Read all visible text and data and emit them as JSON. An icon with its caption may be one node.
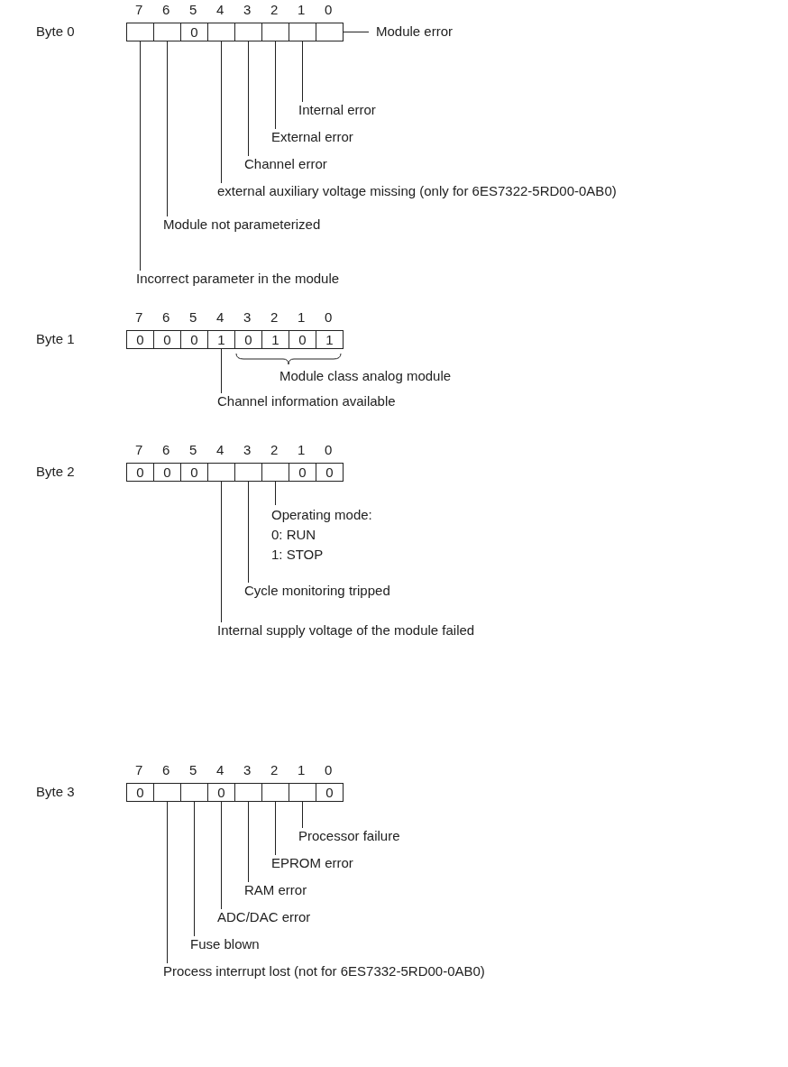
{
  "diagram": {
    "nodes": [
      {
        "text": [],
        "shape": "box"
      },
      {
        "text": [],
        "shape": "box"
      },
      {
        "text": [
          "0"
        ]
      },
      {
        "text": [],
        "shape": "box"
      },
      {
        "text": [],
        "shape": "box"
      },
      {
        "text": [],
        "shape": "box"
      },
      {
        "text": [],
        "shape": "box"
      },
      {
        "text": [],
        "shape": "box"
      },
      {
        "text": [
          "Module error"
        ]
      },
      {
        "text": [
          "Internal error"
        ]
      },
      {
        "text": [
          "External error"
        ]
      },
      {
        "text": [
          "Channel error"
        ]
      },
      {
        "text": [
          "external auxiliary voltage missing (only for 6ES7322-5RD00-0AB0)"
        ]
      },
      {
        "text": [
          "Module not parameterized"
        ]
      },
      {
        "text": [
          "Incorrect parameter in the module"
        ]
      },
      {
        "text": [
          "0"
        ]
      },
      {
        "text": [
          "0"
        ]
      },
      {
        "text": [
          "0"
        ]
      },
      {
        "text": [
          "1"
        ]
      },
      {
        "text": [
          "0"
        ]
      },
      {
        "text": [
          "1"
        ]
      },
      {
        "text": [
          "0"
        ]
      },
      {
        "text": [
          "1"
        ]
      },
      {
        "text": [
          "Channel information available"
        ]
      },
      {
        "text": [
          "0"
        ]
      },
      {
        "text": [
          "0"
        ]
      },
      {
        "text": [
          "0"
        ]
      },
      {
        "text": [],
        "shape": "box"
      },
      {
        "text": [],
        "shape": "box"
      },
      {
        "text": [],
        "shape": "box"
      },
      {
        "text": [
          "0"
        ]
      },
      {
        "text": [
          "0"
        ]
      },
      {
        "text": [
          "Operating mode:",
          "0: RUN",
          "1: STOP"
        ]
      },
      {
        "text": [
          "Cycle monitoring tripped"
        ]
      },
      {
        "text": [
          "Internal supply voltage of the module failed"
        ]
      },
      {
        "text": [
          "0"
        ]
      },
      {
        "text": [],
        "shape": "box"
      },
      {
        "text": [],
        "shape": "box"
      },
      {
        "text": [
          "0"
        ]
      },
      {
        "text": [],
        "shape": "box"
      },
      {
        "text": [],
        "shape": "box"
      },
      {
        "text": [],
        "shape": "box"
      },
      {
        "text": [
          "0"
        ]
      },
      {
        "text": [
          "Processor failure"
        ]
      },
      {
        "text": [
          "EPROM error"
        ]
      },
      {
        "text": [
          "RAM error"
        ]
      },
      {
        "text": [
          "ADC/DAC error"
        ]
      },
      {
        "text": [
          "Fuse blown"
        ]
      },
      {
        "text": [
          "Process interrupt lost (not for 6ES7332-5RD00-0AB0)"
        ]
      }
    ],
    "edges": [
      {
        "from": 8,
        "to": 7,
        "arrow": "none"
      },
      {
        "from": 9,
        "to": 6,
        "arrow": "none"
      },
      {
        "from": 10,
        "to": 5,
        "arrow": "none"
      },
      {
        "from": 11,
        "to": 4,
        "arrow": "none"
      },
      {
        "from": 12,
        "to": 3,
        "arrow": "none"
      },
      {
        "from": 13,
        "to": 1,
        "arrow": "none"
      },
      {
        "from": 14,
        "to": 0,
        "arrow": "none"
      },
      {
        "from": 23,
        "to": 18,
        "arrow": "none"
      },
      {
        "from": 32,
        "to": 29,
        "arrow": "none"
      },
      {
        "from": 33,
        "to": 28,
        "arrow": "none"
      },
      {
        "from": 34,
        "to": 27,
        "arrow": "none"
      },
      {
        "from": 43,
        "to": 41,
        "arrow": "none"
      },
      {
        "from": 44,
        "to": 40,
        "arrow": "none"
      },
      {
        "from": 45,
        "to": 39,
        "arrow": "none"
      },
      {
        "from": 46,
        "to": 38,
        "arrow": "none"
      },
      {
        "from": 47,
        "to": 37,
        "arrow": "none"
      },
      {
        "from": 48,
        "to": 36,
        "arrow": "none"
      }
    ],
    "labels": [
      "7",
      "6",
      "5",
      "4",
      "3",
      "2",
      "1",
      "0",
      "Byte 0",
      "7",
      "6",
      "5",
      "4",
      "3",
      "2",
      "1",
      "0",
      "Byte 1",
      "Module class analog module",
      "7",
      "6",
      "5",
      "4",
      "3",
      "2",
      "1",
      "0",
      "Byte 2",
      "7",
      "6",
      "5",
      "4",
      "3",
      "2",
      "1",
      "0",
      "Byte 3"
    ]
  }
}
